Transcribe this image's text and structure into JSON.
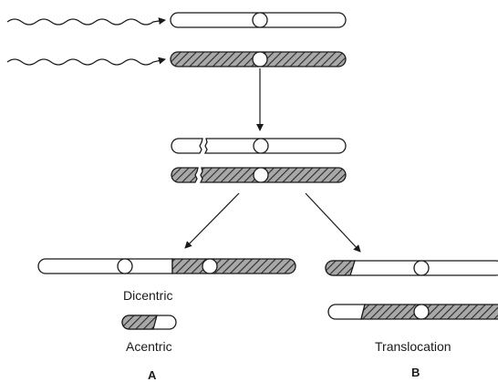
{
  "diagram": {
    "labels": {
      "dicentric": "Dicentric",
      "acentric": "Acentric",
      "translocation": "Translocation",
      "panel_a": "A",
      "panel_b": "B"
    }
  }
}
